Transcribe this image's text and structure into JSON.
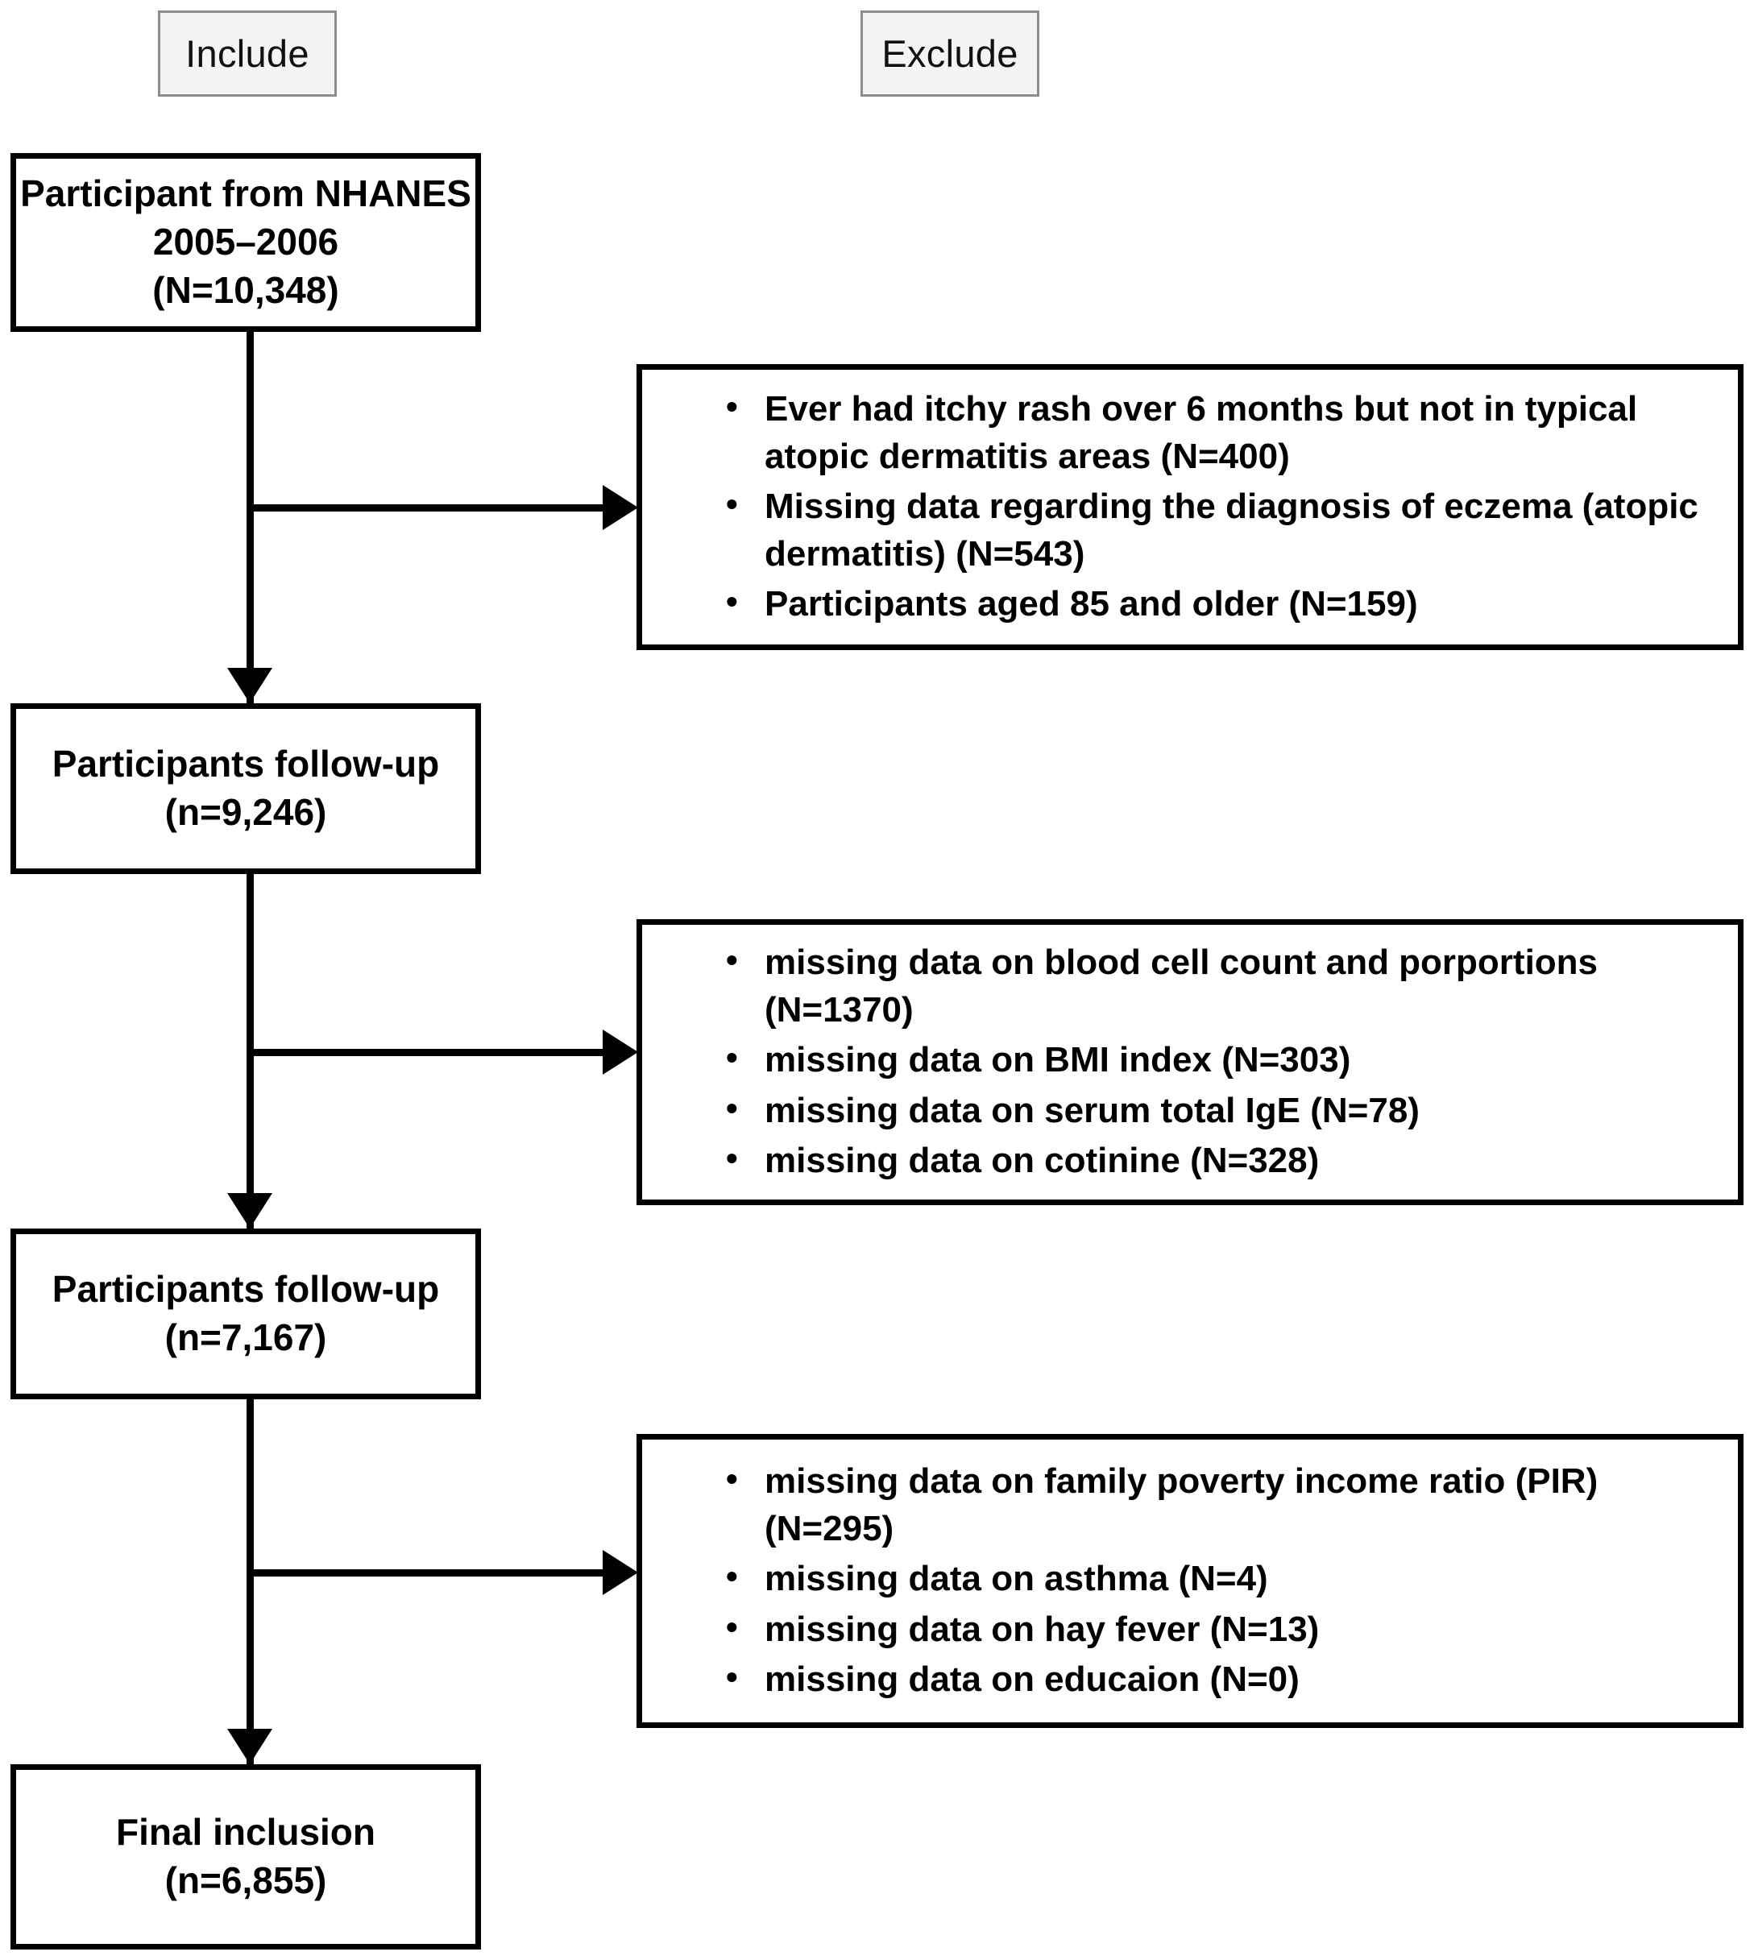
{
  "legend": {
    "include_label": "Include",
    "exclude_label": "Exclude"
  },
  "flow": {
    "boxes": [
      {
        "id": "source",
        "lines": [
          "Participant from NHANES",
          "2005–2006",
          "(N=10,348)"
        ],
        "line1": "Participant from NHANES",
        "line2": "2005–2006",
        "line3": "(N=10,348)",
        "count_label": "N=10,348",
        "count": 10348
      },
      {
        "id": "follow-up-1",
        "lines": [
          "Participants follow-up",
          "(n=9,246)"
        ],
        "line1": "Participants follow-up",
        "line2": "(n=9,246)",
        "count_label": "n=9,246",
        "count": 9246
      },
      {
        "id": "follow-up-2",
        "lines": [
          "Participants follow-up",
          "(n=7,167)"
        ],
        "line1": "Participants follow-up",
        "line2": "(n=7,167)",
        "count_label": "n=7,167",
        "count": 7167
      },
      {
        "id": "final-inclusion",
        "lines": [
          "Final inclusion",
          "(n=6,855)"
        ],
        "line1": "Final inclusion",
        "line2": "(n=6,855)",
        "count_label": "n=6,855",
        "count": 6855
      }
    ],
    "exclusions": [
      {
        "id": "exclusion-step-1",
        "items": [
          "Ever had itchy rash over 6 months but not in typical atopic dermatitis areas (N=400)",
          "Missing data regarding the diagnosis of eczema (atopic dermatitis) (N=543)",
          "Participants aged 85 and older (N=159)"
        ],
        "counts": [
          400,
          543,
          159
        ]
      },
      {
        "id": "exclusion-step-2",
        "items": [
          "missing data on blood cell count and porportions (N=1370)",
          "missing data on BMI index (N=303)",
          "missing data on serum total IgE (N=78)",
          "missing data on cotinine (N=328)"
        ],
        "counts": [
          1370,
          303,
          78,
          328
        ]
      },
      {
        "id": "exclusion-step-3",
        "items": [
          "missing data on family poverty income ratio (PIR) (N=295)",
          "missing data on asthma (N=4)",
          "missing data on hay fever (N=13)",
          "missing data on educaion (N=0)"
        ],
        "counts": [
          295,
          4,
          13,
          0
        ]
      }
    ]
  },
  "colors": {
    "background": "#ffffff",
    "box_border": "#000000",
    "box_fill": "#ffffff",
    "chip_fill": "#f4f4f4",
    "chip_border": "#8c8c8c",
    "text": "#000000",
    "connector": "#000000"
  }
}
